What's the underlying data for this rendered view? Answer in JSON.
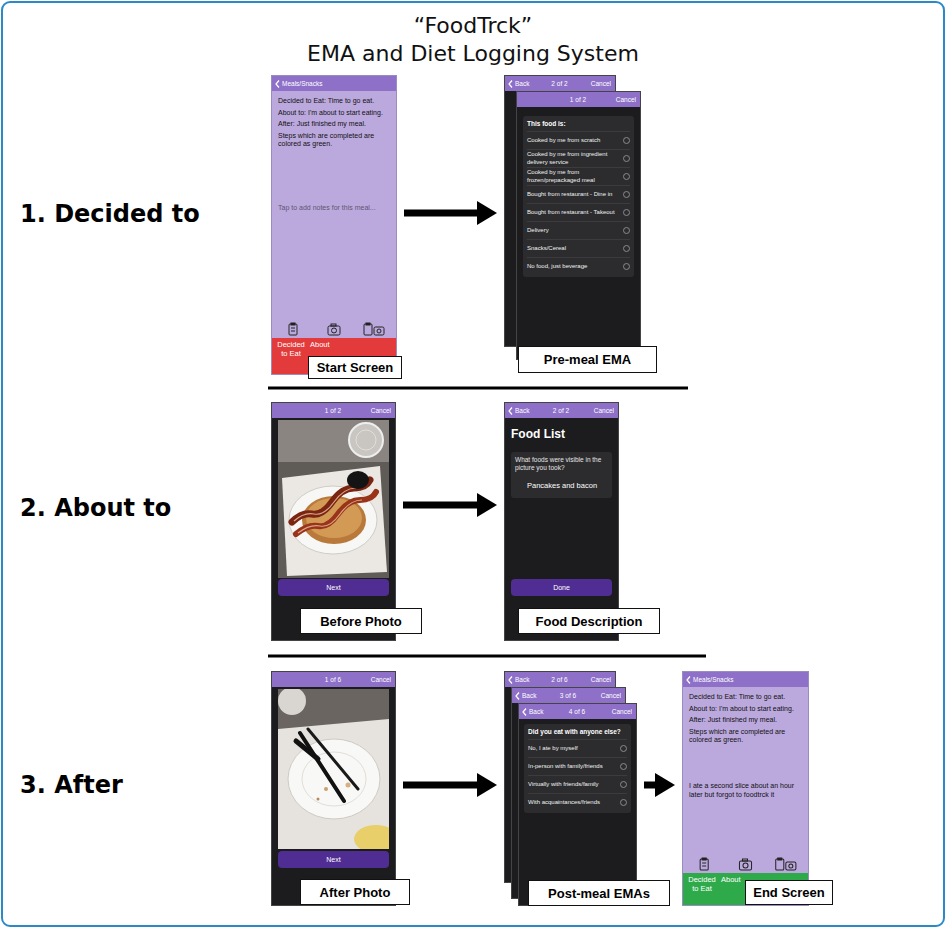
{
  "diagram": {
    "title": "“FoodTrck” EMA and Diet Logging System",
    "nodes": [
      {
        "text": [
          "Meals/Snacks",
          "Decided to Eat: Time to go eat.",
          "About to: I'm about to start eating.",
          "After: Just finished my meal.",
          "Steps which are completed are colored as green.",
          "Tap to add notes for this meal..."
        ]
      },
      {
        "text": [
          "Decided to Eat",
          "About"
        ],
        "in": 0
      },
      {
        "text": [
          "Start Screen"
        ]
      },
      {
        "text": [
          "Back",
          "2 of 2",
          "Cancel"
        ]
      },
      {
        "text": [
          "1 of 2",
          "Cancel"
        ]
      },
      {
        "text": [
          "This food is:",
          "Cooked by me from scratch",
          "Cooked by me from ingredient delivery service",
          "Cooked by me from frozen/prepackaged meal",
          "Bought from restaurant - Dine in",
          "Bought from restaurant - Takeout",
          "Delivery",
          "Snacks/Cereal",
          "No food, just beverage"
        ],
        "in": 4
      },
      {
        "text": [
          "Pre-meal EMA"
        ]
      },
      {
        "text": [
          "1 of 2",
          "Cancel"
        ]
      },
      {
        "text": [
          "Next"
        ],
        "in": 7
      },
      {
        "text": [
          "Before Photo"
        ]
      },
      {
        "text": [
          "Back",
          "2 of 2",
          "Cancel",
          "Food List"
        ]
      },
      {
        "text": [
          "What foods were visible in the picture you took?",
          "Pancakes and bacon"
        ],
        "in": 10
      },
      {
        "text": [
          "Done"
        ],
        "in": 10
      },
      {
        "text": [
          "Food Description"
        ]
      },
      {
        "text": [
          "1 of 6",
          "Cancel"
        ]
      },
      {
        "text": [
          "Next"
        ],
        "in": 14
      },
      {
        "text": [
          "After Photo"
        ]
      },
      {
        "text": [
          "Back",
          "2 of 6",
          "Cancel"
        ]
      },
      {
        "text": [
          "Back",
          "3 of 6",
          "Cancel"
        ]
      },
      {
        "text": [
          "Back",
          "4 of 6",
          "Cancel"
        ]
      },
      {
        "text": [
          "Did you eat with anyone else?",
          "No, I ate by myself",
          "In-person with family/friends",
          "Virtually with friends/family",
          "With acquaintances/friends"
        ],
        "in": 19
      },
      {
        "text": [
          "Post-meal EMAs"
        ]
      },
      {
        "text": [
          "Meals/Snacks",
          "Decided to Eat: Time to go eat.",
          "About to: I'm about to start eating.",
          "After: Just finished my meal.",
          "Steps which are completed are colored as green.",
          "I ate a second slice about an hour later but forgot to foodtrck it"
        ]
      },
      {
        "text": [
          "Decided to Eat",
          "About"
        ],
        "in": 22
      },
      {
        "text": [
          "End Screen"
        ]
      }
    ],
    "edges": [
      {
        "from": 0,
        "to": 3,
        "arrow": "to"
      },
      {
        "from": 7,
        "to": 10,
        "arrow": "to"
      },
      {
        "from": 14,
        "to": 17,
        "arrow": "to"
      },
      {
        "from": 19,
        "to": 22,
        "arrow": "to"
      }
    ],
    "labels": [
      "1. Decided to",
      "2. About to",
      "3. After"
    ]
  }
}
